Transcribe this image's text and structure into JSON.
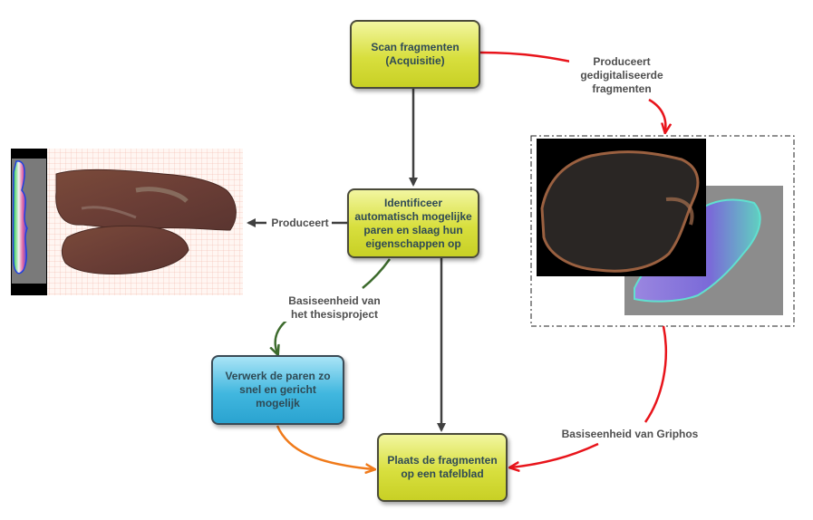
{
  "nodes": {
    "scan": "Scan fragmenten\n(Acquisitie)",
    "identify": "Identificeer automatisch mogelijke paren en slaag hun eigenschappen op",
    "process": "Verwerk de paren zo snel en gericht mogelijk",
    "place": "Plaats de fragmenten op een tafelblad"
  },
  "edge_labels": {
    "produces_digital": "Produceert\ngedigitaliseerde\nfragmenten",
    "produces": "Produceert",
    "thesis_unit": "Basiseenheid van\nhet thesisproject",
    "griphos_unit": "Basiseenheid van Griphos"
  },
  "colors": {
    "flow_arrow": "#404040",
    "red_arrow": "#e8141b",
    "green_arrow": "#3d6b2d",
    "orange_arrow": "#f07a1a"
  }
}
